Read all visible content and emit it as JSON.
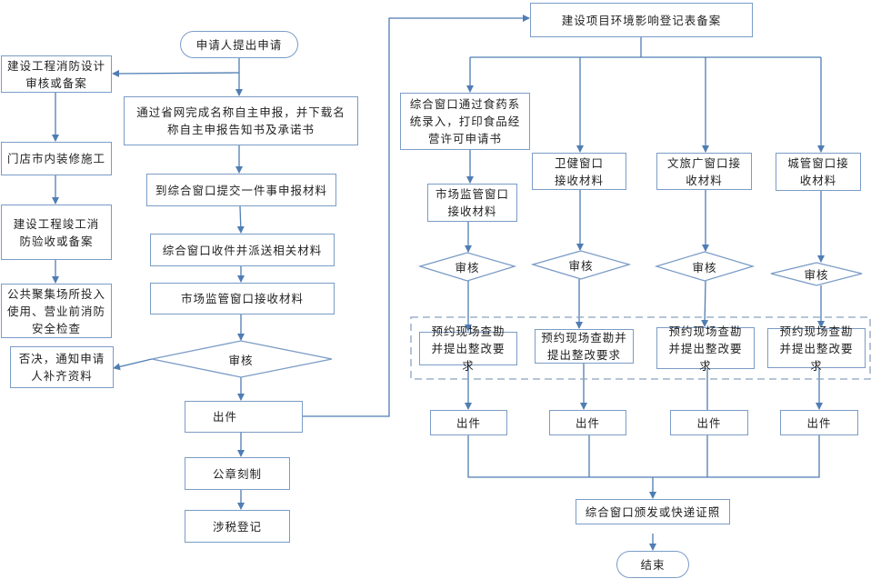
{
  "colors": {
    "line": "#4f7db3",
    "border": "#7a9cc6",
    "dashed": "#8aa2bf"
  },
  "start": "申请人提出申请",
  "left": {
    "fire_design": "建设工程消防设计审核或备案",
    "renovation": "门店市内装修施工",
    "fire_acceptance": "建设工程竣工消防验收或备案",
    "safety_check": "公共聚集场所投入使用、营业前消防安全检查",
    "reject": "否决，通知申请人补齐资料"
  },
  "center": {
    "name_report": "通过省网完成名称自主申报，并下载名称自主申报告知书及承诺书",
    "submit": "到综合窗口提交一件事申报材料",
    "dispatch": "综合窗口收件并派送相关材料",
    "market_receive": "市场监管窗口接收材料",
    "review": "审核",
    "issue": "出件",
    "seal": "公章刻制",
    "tax": "涉税登记"
  },
  "right": {
    "env_record": "建设项目环境影响登记表备案",
    "columns": [
      {
        "pre": "综合窗口通过食药系统录入，打印食品经营许可申请书",
        "receive": "市场监管窗口接收材料",
        "review": "审核",
        "inspect": "预约现场查勘并提出整改要求",
        "issue": "出件"
      },
      {
        "receive": "卫健窗口接收材料",
        "review": "审核",
        "inspect": "预约现场查勘并提出整改要求",
        "issue": "出件"
      },
      {
        "receive": "文旅广窗口接收材料",
        "review": "审核",
        "inspect": "预约现场查勘并提出整改要求",
        "issue": "出件"
      },
      {
        "receive": "城管窗口接收材料",
        "review": "审核",
        "inspect": "预约现场查勘并提出整改要求",
        "issue": "出件"
      }
    ],
    "deliver": "综合窗口颁发或快递证照",
    "end": "结束"
  }
}
